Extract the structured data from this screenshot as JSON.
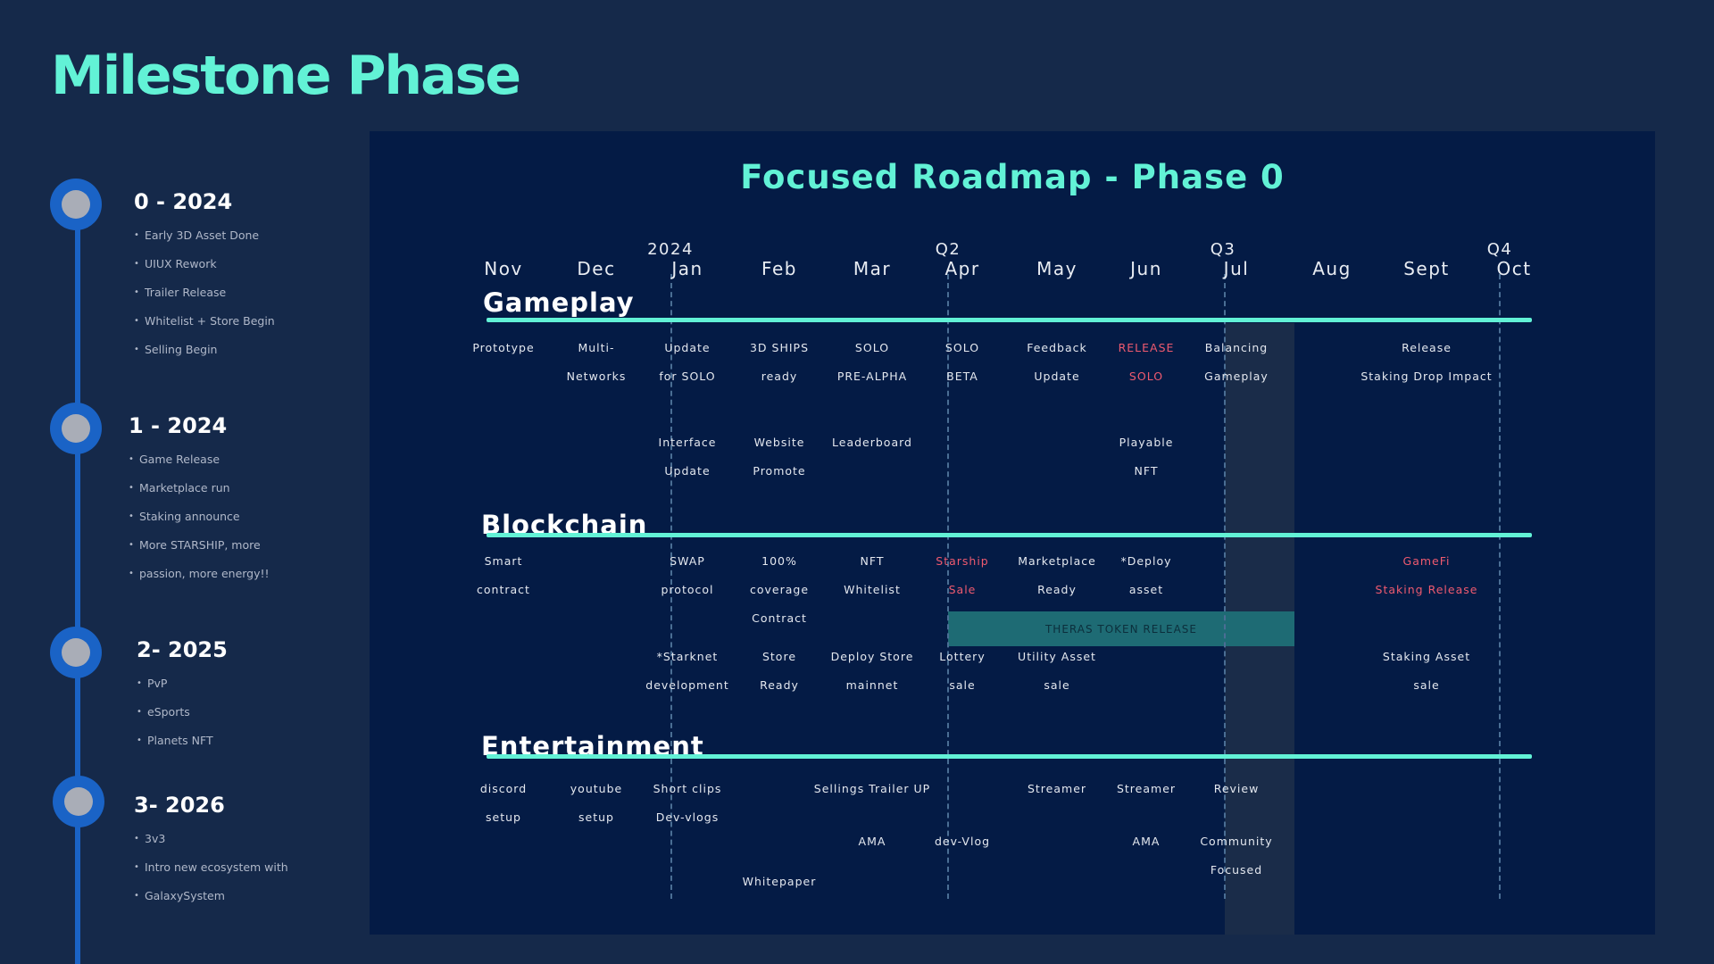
{
  "page_title": "Milestone Phase",
  "milestones": [
    {
      "heading": "0 - 2024",
      "items": [
        "Early 3D Asset Done",
        "UIUX Rework",
        "Trailer Release",
        "Whitelist + Store Begin",
        "Selling Begin"
      ]
    },
    {
      "heading": "1 - 2024",
      "items": [
        "Game Release",
        "Marketplace run",
        "Staking announce",
        "More STARSHIP, more",
        "passion, more energy!!"
      ]
    },
    {
      "heading": "2- 2025",
      "items": [
        "PvP",
        "eSports",
        "Planets NFT"
      ]
    },
    {
      "heading": "3- 2026",
      "items": [
        "3v3",
        "Intro new ecosystem with",
        "GalaxySystem"
      ]
    }
  ],
  "roadmap": {
    "title": "Focused Roadmap - Phase 0",
    "months": [
      "Nov",
      "Dec",
      "Jan",
      "Feb",
      "Mar",
      "Apr",
      "May",
      "Jun",
      "Jul",
      "Aug",
      "Sept",
      "Oct"
    ],
    "quarter_labels": [
      {
        "label": "2024",
        "month": "Jan"
      },
      {
        "label": "Q2",
        "month": "Apr"
      },
      {
        "label": "Q3",
        "month": "Jul"
      },
      {
        "label": "Q4",
        "month": "Oct"
      }
    ],
    "token_release_label": "THERAS TOKEN RELEASE",
    "sections": [
      {
        "id": "gameplay",
        "title": "Gameplay",
        "tasks": [
          {
            "lines": [
              "Prototype"
            ],
            "month": "Nov",
            "row": 0
          },
          {
            "lines": [
              "Multi-",
              "Networks"
            ],
            "month": "Dec",
            "row": 0
          },
          {
            "lines": [
              "Update",
              "for SOLO"
            ],
            "month": "Jan",
            "row": 0
          },
          {
            "lines": [
              "3D SHIPS",
              "ready"
            ],
            "month": "Feb",
            "row": 0
          },
          {
            "lines": [
              "SOLO",
              "PRE-ALPHA"
            ],
            "month": "Mar",
            "row": 0
          },
          {
            "lines": [
              "SOLO",
              "BETA"
            ],
            "month": "Apr",
            "row": 0
          },
          {
            "lines": [
              "Feedback",
              "Update"
            ],
            "month": "May",
            "row": 0
          },
          {
            "lines": [
              "RELEASE",
              "SOLO"
            ],
            "month": "Jun",
            "row": 0,
            "highlight": true
          },
          {
            "lines": [
              "Balancing",
              "Gameplay"
            ],
            "month": "Jul",
            "row": 0
          },
          {
            "lines": [
              "Release",
              "Staking Drop Impact"
            ],
            "month": "Sept",
            "row": 0
          },
          {
            "lines": [
              "Interface",
              "Update"
            ],
            "month": "Jan",
            "row": 1
          },
          {
            "lines": [
              "Website",
              "Promote"
            ],
            "month": "Feb",
            "row": 1
          },
          {
            "lines": [
              "Leaderboard"
            ],
            "month": "Mar",
            "row": 1
          },
          {
            "lines": [
              "Playable",
              "NFT"
            ],
            "month": "Jun",
            "row": 1
          }
        ]
      },
      {
        "id": "blockchain",
        "title": "Blockchain",
        "tasks": [
          {
            "lines": [
              "Smart",
              "contract"
            ],
            "month": "Nov",
            "row": 0
          },
          {
            "lines": [
              "SWAP",
              "protocol"
            ],
            "month": "Jan",
            "row": 0
          },
          {
            "lines": [
              "100%",
              "coverage",
              "Contract"
            ],
            "month": "Feb",
            "row": 0
          },
          {
            "lines": [
              "NFT",
              "Whitelist"
            ],
            "month": "Mar",
            "row": 0
          },
          {
            "lines": [
              "Starship",
              "Sale"
            ],
            "month": "Apr",
            "row": 0,
            "highlight": true
          },
          {
            "lines": [
              "Marketplace",
              "Ready"
            ],
            "month": "May",
            "row": 0
          },
          {
            "lines": [
              "*Deploy",
              "asset"
            ],
            "month": "Jun",
            "row": 0
          },
          {
            "lines": [
              "GameFi",
              "Staking Release"
            ],
            "month": "Sept",
            "row": 0,
            "highlight": true
          },
          {
            "lines": [
              "*Starknet",
              "development"
            ],
            "month": "Jan",
            "row": 1
          },
          {
            "lines": [
              "Store",
              "Ready"
            ],
            "month": "Feb",
            "row": 1
          },
          {
            "lines": [
              "Deploy Store",
              "mainnet"
            ],
            "month": "Mar",
            "row": 1
          },
          {
            "lines": [
              "Lottery",
              "sale"
            ],
            "month": "Apr",
            "row": 1
          },
          {
            "lines": [
              "Utility Asset",
              "sale"
            ],
            "month": "May",
            "row": 1
          },
          {
            "lines": [
              "Staking Asset",
              "sale"
            ],
            "month": "Sept",
            "row": 1
          }
        ]
      },
      {
        "id": "entertainment",
        "title": "Entertainment",
        "tasks": [
          {
            "lines": [
              "discord",
              "setup"
            ],
            "month": "Nov",
            "row": 0
          },
          {
            "lines": [
              "youtube",
              "setup"
            ],
            "month": "Dec",
            "row": 0
          },
          {
            "lines": [
              "Short clips",
              "Dev-vlogs"
            ],
            "month": "Jan",
            "row": 0
          },
          {
            "lines": [
              "Sellings Trailer UP"
            ],
            "month": "Mar",
            "row": 0
          },
          {
            "lines": [
              "Streamer"
            ],
            "month": "May",
            "row": 0
          },
          {
            "lines": [
              "Streamer"
            ],
            "month": "Jun",
            "row": 0
          },
          {
            "lines": [
              "Review"
            ],
            "month": "Jul",
            "row": 0
          },
          {
            "lines": [
              "AMA"
            ],
            "month": "Mar",
            "row": 1
          },
          {
            "lines": [
              "dev-Vlog"
            ],
            "month": "Apr",
            "row": 1
          },
          {
            "lines": [
              "AMA"
            ],
            "month": "Jun",
            "row": 1
          },
          {
            "lines": [
              "Community",
              "Focused"
            ],
            "month": "Jul",
            "row": 1
          },
          {
            "lines": [
              "Whitepaper"
            ],
            "month": "Feb",
            "row": 2
          }
        ]
      }
    ]
  },
  "colors": {
    "accent": "#62f2d6",
    "timeline": "#1a63c6",
    "highlight_text": "#ef5a6f",
    "panel": "#041b45",
    "background": "#15294a"
  }
}
